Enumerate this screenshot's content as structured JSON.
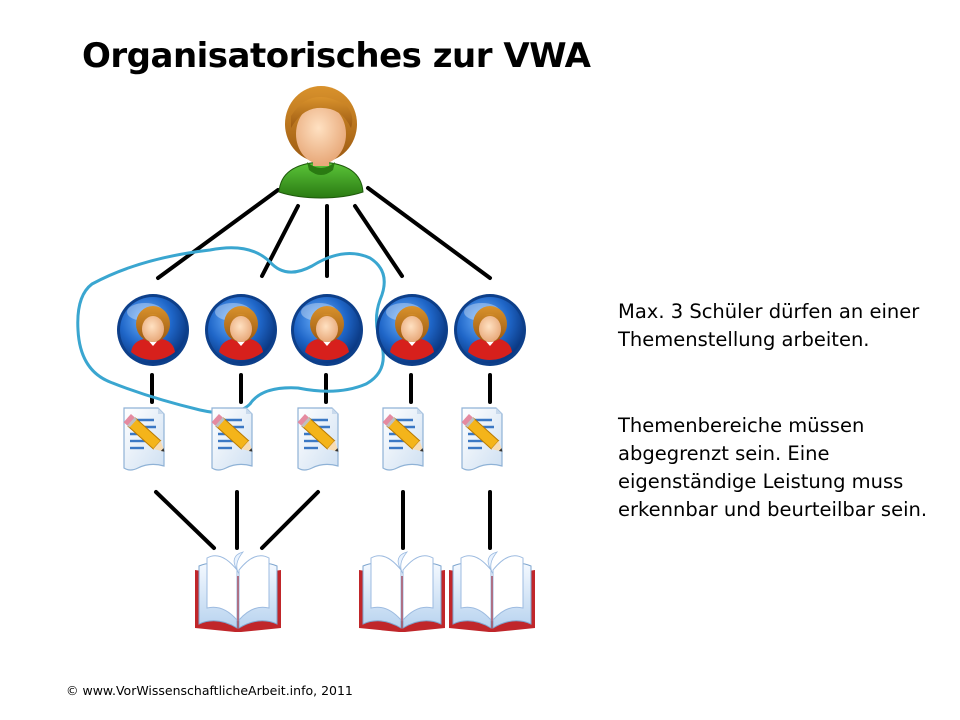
{
  "slide": {
    "title": "Organisatorisches zur VWA",
    "notes": [
      "Max. 3 Schüler dürfen an einer\nThemenstellung arbeiten.",
      "Themenbereiche müssen\nabgegrenzt sein. Eine\neigenständige Leistung muss\nerkennbar und beurteilbar sein."
    ],
    "footer": "© www.VorWissenschaftlicheArbeit.info, 2011"
  },
  "diagram": {
    "teacher": {
      "icon": "teacher-person-icon",
      "shirt_color": "#3a9a1e"
    },
    "students": [
      {
        "icon": "student-avatar-icon",
        "grouped": true
      },
      {
        "icon": "student-avatar-icon",
        "grouped": true
      },
      {
        "icon": "student-avatar-icon",
        "grouped": true
      },
      {
        "icon": "student-avatar-icon",
        "grouped": false
      },
      {
        "icon": "student-avatar-icon",
        "grouped": false
      }
    ],
    "papers": [
      {
        "icon": "document-pencil-icon"
      },
      {
        "icon": "document-pencil-icon"
      },
      {
        "icon": "document-pencil-icon"
      },
      {
        "icon": "document-pencil-icon"
      },
      {
        "icon": "document-pencil-icon"
      }
    ],
    "books": [
      {
        "icon": "open-book-icon",
        "papers": [
          0,
          1,
          2
        ]
      },
      {
        "icon": "open-book-icon",
        "papers": [
          3
        ]
      },
      {
        "icon": "open-book-icon",
        "papers": [
          4
        ]
      }
    ],
    "group_outline_color": "#3aa6d0",
    "avatar_circle_color": "#1f66c8",
    "book_cover_color": "#c0262a"
  }
}
